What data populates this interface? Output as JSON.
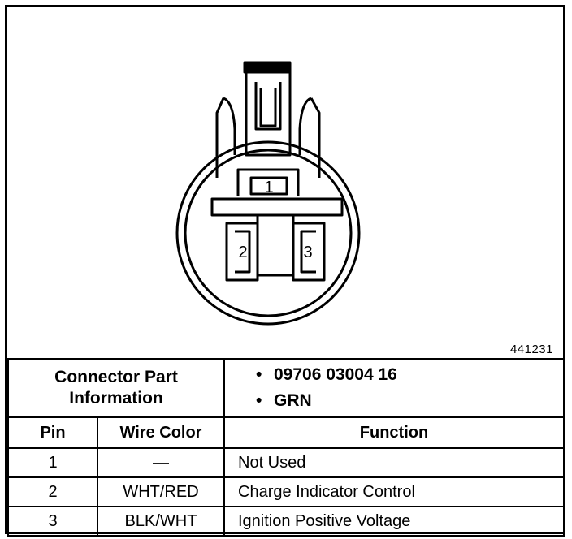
{
  "figure": {
    "id_label": "441231",
    "pins": [
      "1",
      "2",
      "3"
    ]
  },
  "info": {
    "title_line1": "Connector Part",
    "title_line2": "Information",
    "items": [
      "09706 03004 16",
      "GRN"
    ],
    "bullet": "•"
  },
  "table": {
    "headers": [
      "Pin",
      "Wire Color",
      "Function"
    ],
    "rows": [
      {
        "pin": "1",
        "color": "—",
        "function": "Not Used"
      },
      {
        "pin": "2",
        "color": "WHT/RED",
        "function": "Charge Indicator Control"
      },
      {
        "pin": "3",
        "color": "BLK/WHT",
        "function": "Ignition Positive Voltage"
      }
    ]
  }
}
